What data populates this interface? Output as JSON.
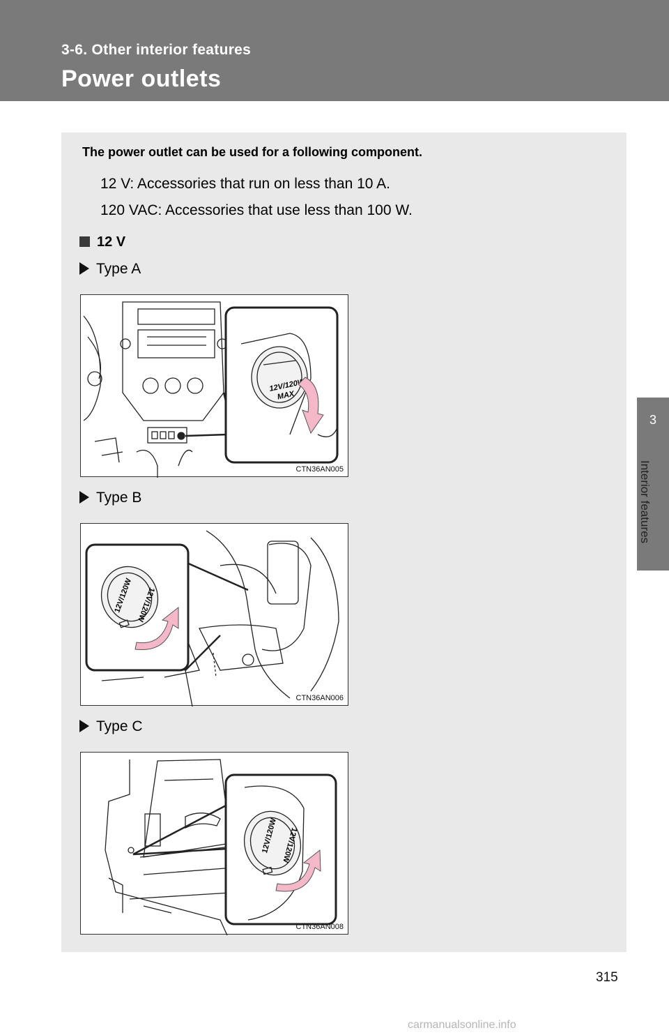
{
  "header": {
    "section": "3-6. Other interior features",
    "title": "Power outlets"
  },
  "side_tab": {
    "chapter_number": "3",
    "chapter_label": "Interior features"
  },
  "content": {
    "intro": "The power outlet can be used for a following component.",
    "lines": [
      "12 V: Accessories that run on less than 10 A.",
      "120 VAC: Accessories that use less than 100 W."
    ],
    "subheading": "12 V",
    "figures": [
      {
        "label": "Type A",
        "code": "CTN36AN005",
        "cap_text_1": "12V/120W",
        "cap_text_2": "MAX"
      },
      {
        "label": "Type B",
        "code": "CTN36AN006",
        "cap_text_1": "12V/120W",
        "cap_text_2": "12V/120W"
      },
      {
        "label": "Type C",
        "code": "CTN36AN008",
        "cap_text_1": "12V/120W",
        "cap_text_2": "12V/120W"
      }
    ]
  },
  "page_number": "315",
  "watermark": "carmanualsonline.info",
  "colors": {
    "header": "#7a7a7a",
    "panel": "#e9e9e9",
    "arrow": "#f4b8c8"
  }
}
